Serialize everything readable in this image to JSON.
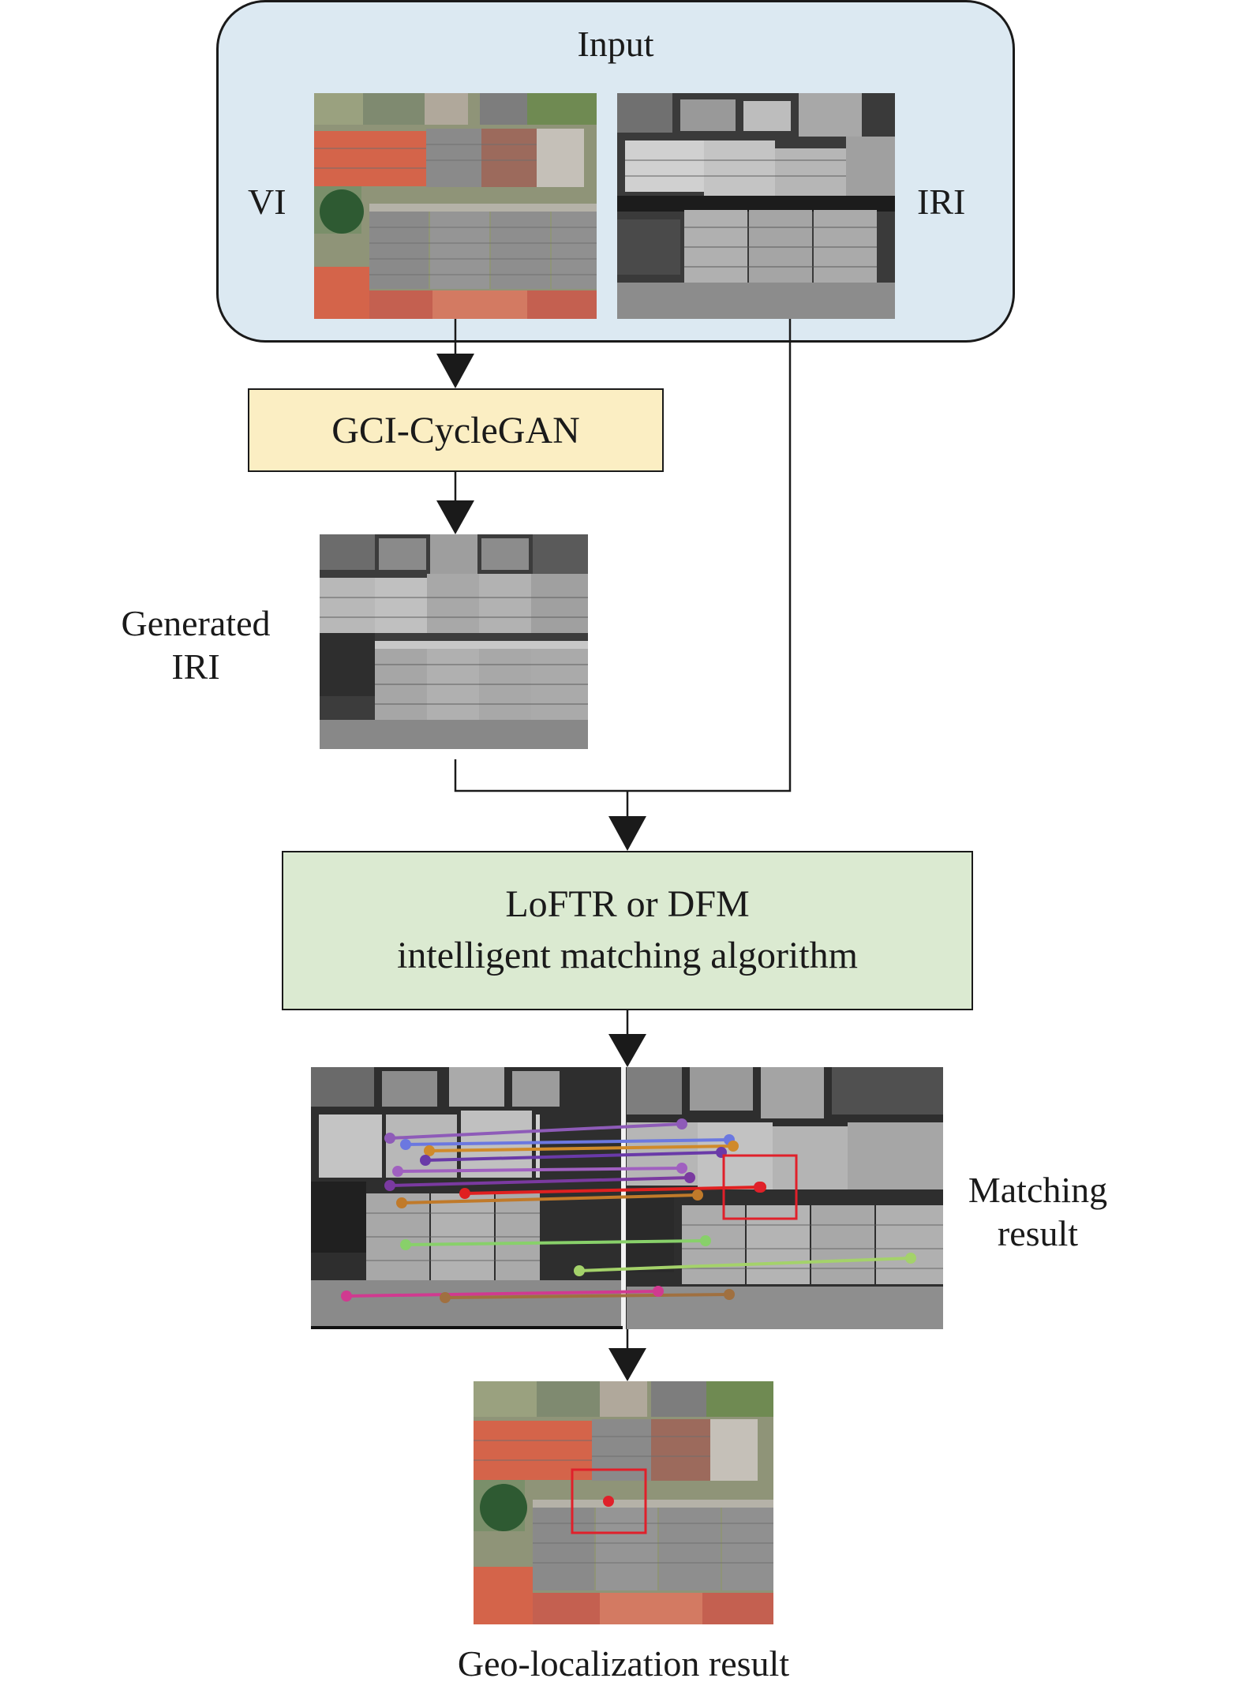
{
  "input_box": {
    "title": "Input"
  },
  "vi_label": "VI",
  "iri_label": "IRI",
  "gci_box": {
    "label": "GCI-CycleGAN"
  },
  "generated_label": {
    "line1": "Generated",
    "line2": "IRI"
  },
  "match_box": {
    "line1": "LoFTR or DFM",
    "line2": "intelligent matching algorithm"
  },
  "matching_label": {
    "line1": "Matching",
    "line2": "result"
  },
  "geo_label": "Geo-localization result",
  "colors": {
    "input_fill": "#dce9f2",
    "gci_fill": "#fbeec3",
    "match_fill": "#dbead1",
    "roof_red": "#d4644a",
    "roof_gray": "#8a8a8a",
    "box_red": "#e0202a"
  }
}
